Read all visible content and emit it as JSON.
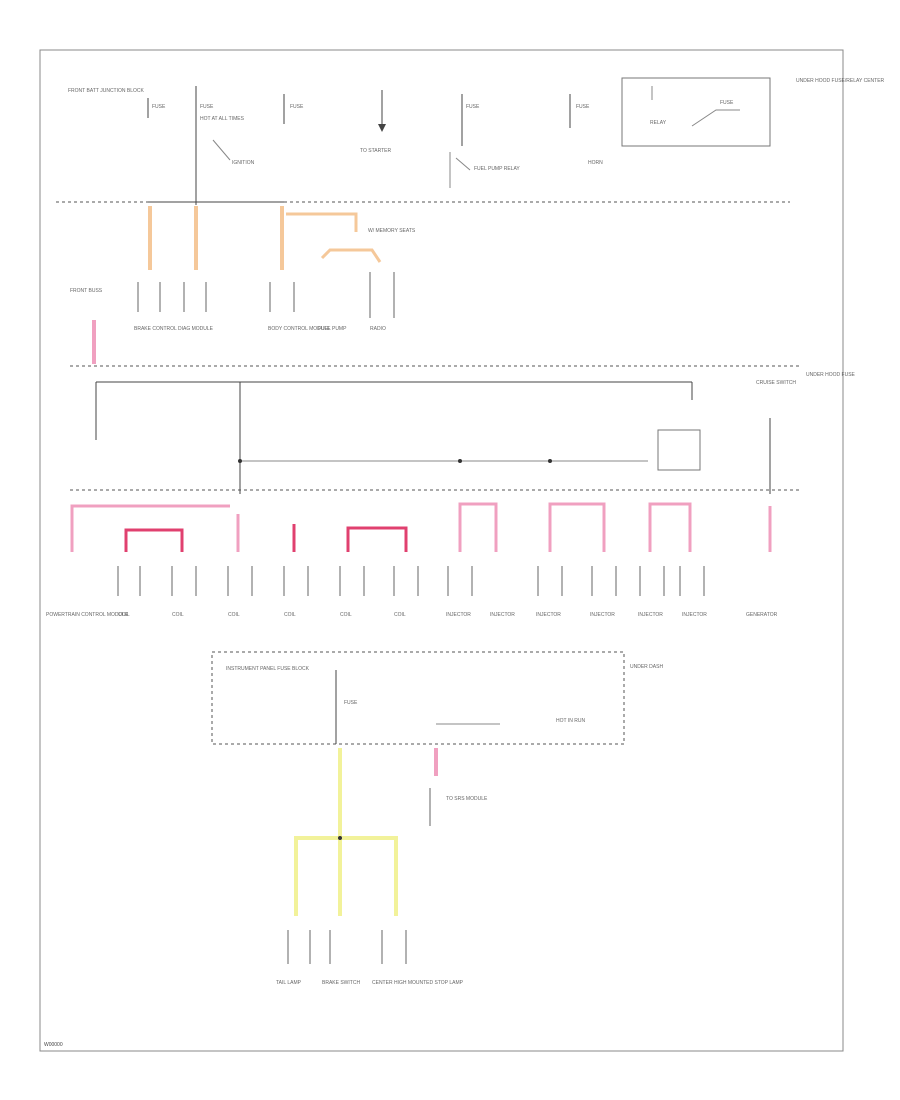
{
  "figure_code": "W00000",
  "colors": {
    "orange_wire": "#f5c89a",
    "pink_wire": "#f0a0c0",
    "red_pink_wire": "#e0406f",
    "yellow_wire": "#f2f29a",
    "ink": "#444444"
  },
  "top_row": {
    "left_label": "FRONT BATT JUNCTION BLOCK",
    "fuses": [
      "FUSE",
      "FUSE",
      "FUSE",
      "FUSE",
      "FUSE",
      "FUSE"
    ],
    "notes": [
      "HOT AT ALL TIMES",
      "IGNITION",
      "TO STARTER",
      "FUEL PUMP RELAY",
      "HORN",
      "RELAY"
    ],
    "right_label": "UNDER HOOD FUSE/RELAY CENTER"
  },
  "row2": {
    "note": "W/ MEMORY SEATS",
    "components": [
      "BRAKE CONTROL",
      "DIAG MODULE",
      "BODY CONTROL MODULE",
      "FUEL PUMP",
      "RADIO"
    ]
  },
  "row3": {
    "left_label": "FRONT BUSS",
    "right_label": "CRUISE SWITCH",
    "far_right_label": "UNDER HOOD FUSE"
  },
  "row4": {
    "left_label": "POWERTRAIN CONTROL MODULE",
    "components": [
      "COIL",
      "COIL",
      "COIL",
      "COIL",
      "COIL",
      "COIL",
      "INJECTOR",
      "INJECTOR",
      "INJECTOR",
      "INJECTOR",
      "INJECTOR",
      "INJECTOR"
    ],
    "right_label": "GENERATOR"
  },
  "lower_box": {
    "title": "INSTRUMENT PANEL FUSE BLOCK",
    "center_label": "FUSE",
    "right_label": "HOT IN RUN",
    "side_label": "UNDER DASH",
    "connector_note": "TO SRS MODULE"
  },
  "bottom": {
    "components": [
      "TAIL LAMP",
      "BRAKE SWITCH",
      "CENTER HIGH MOUNTED STOP LAMP"
    ]
  }
}
